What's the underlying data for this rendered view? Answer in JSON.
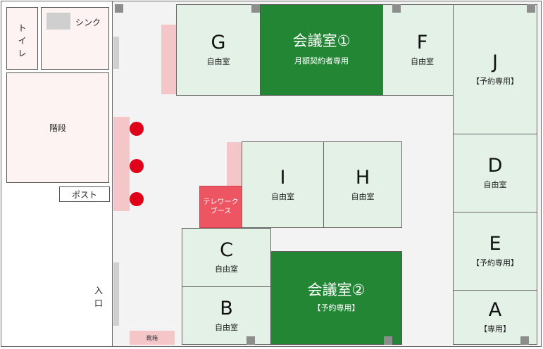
{
  "left": {
    "toilet": [
      "ト",
      "イ",
      "レ"
    ],
    "sink": "シンク",
    "stairs": "階段",
    "post": "ポスト",
    "entrance": [
      "入",
      "口"
    ],
    "shoe_box": "靴箱"
  },
  "telework": {
    "line1": "テレワーク",
    "line2": "ブース"
  },
  "rooms": {
    "G": {
      "letter": "G",
      "sub": "自由室"
    },
    "F": {
      "letter": "F",
      "sub": "自由室"
    },
    "J": {
      "letter": "J",
      "sub": "【予約専用】"
    },
    "D": {
      "letter": "D",
      "sub": "自由室"
    },
    "E": {
      "letter": "E",
      "sub": "【予約専用】"
    },
    "A": {
      "letter": "A",
      "sub": "【専用】"
    },
    "I": {
      "letter": "I",
      "sub": "自由室"
    },
    "H": {
      "letter": "H",
      "sub": "自由室"
    },
    "C": {
      "letter": "C",
      "sub": "自由室"
    },
    "B": {
      "letter": "B",
      "sub": "自由室"
    }
  },
  "meeting": {
    "one": {
      "title": "会議室①",
      "sub": "月額契約者専用"
    },
    "two": {
      "title": "会議室②",
      "sub": "【予約専用】"
    }
  },
  "colors": {
    "room_fill": "#e3f1e6",
    "meeting_fill": "#238634",
    "telework_fill": "#ee5562",
    "accent_pink": "#f4c6c8",
    "dot_red": "#e0001a"
  }
}
